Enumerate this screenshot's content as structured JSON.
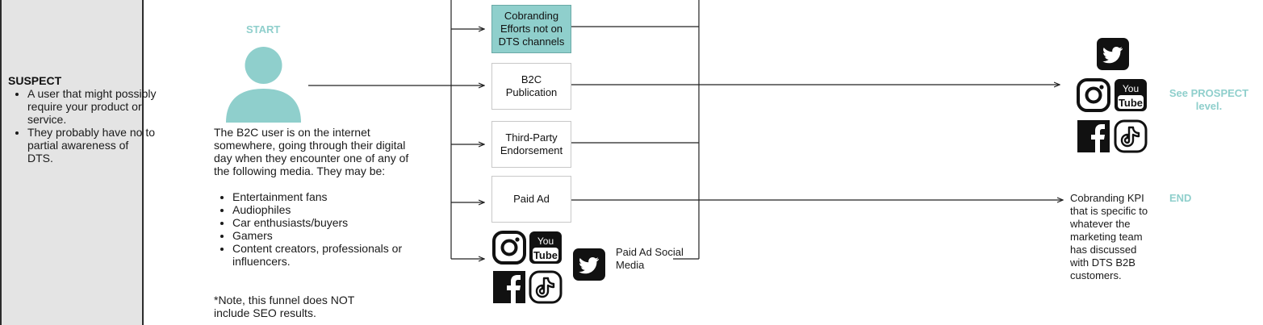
{
  "swimlane": {
    "title": "SUSPECT",
    "bullets": [
      "A user that might possibly require your product or service.",
      "They probably have no to partial awareness of DTS."
    ]
  },
  "start": {
    "label": "START",
    "person_icon": "person-icon",
    "description": "The B2C user is on the internet somewhere, going through their digital day when they encounter one of any of the following media. They may be:",
    "audience": [
      "Entertainment fans",
      "Audiophiles",
      "Car enthusiasts/buyers",
      "Gamers",
      "Content creators, professionals or influencers."
    ],
    "note": "*Note, this funnel does NOT include SEO results."
  },
  "media_boxes": [
    {
      "label": "Cobranding Efforts not on DTS channels",
      "highlight": true
    },
    {
      "label": "B2C Publication",
      "highlight": false
    },
    {
      "label": "Third-Party Endorsement",
      "highlight": false
    },
    {
      "label": "Paid Ad",
      "highlight": false
    }
  ],
  "paid_social": {
    "label": "Paid Ad Social Media",
    "icons": [
      "instagram-icon",
      "youtube-icon",
      "facebook-icon",
      "tiktok-icon",
      "twitter-icon"
    ]
  },
  "prospect": {
    "icons": [
      "twitter-icon",
      "instagram-icon",
      "youtube-icon",
      "facebook-icon",
      "tiktok-icon"
    ],
    "label": "See PROSPECT level."
  },
  "kpi": {
    "text": "Cobranding KPI that is specific to whatever the marketing team has discussed with DTS B2B customers.",
    "end_label": "END"
  },
  "colors": {
    "teal": "#8fcfcc",
    "lane": "#e4e4e4",
    "icon": "#111111"
  }
}
